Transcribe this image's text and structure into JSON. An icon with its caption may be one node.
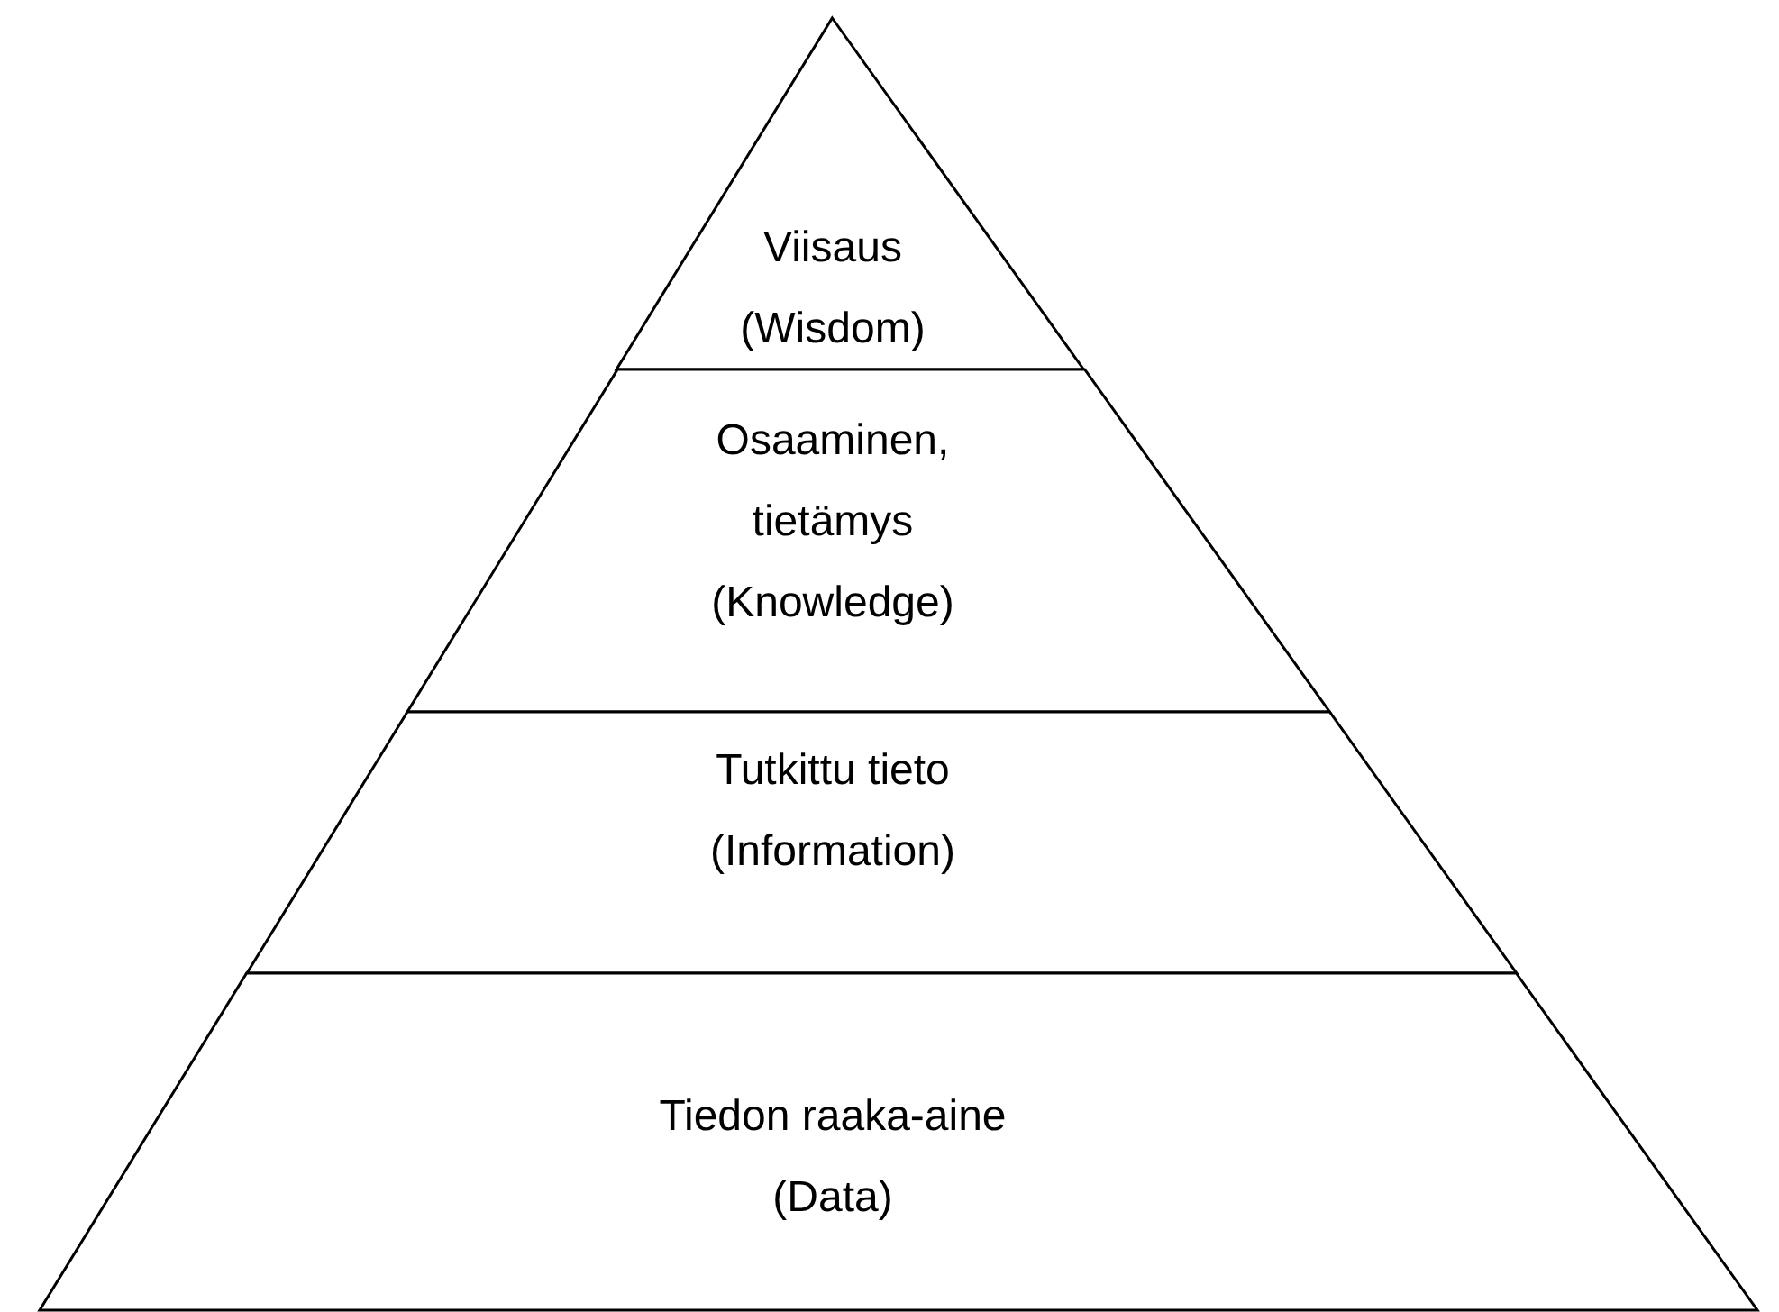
{
  "diagram": {
    "nodes": [
      {
        "text": [
          "Viisaus",
          "(Wisdom)"
        ]
      },
      {
        "text": [
          "Osaaminen, tietämys",
          "(Knowledge)"
        ]
      },
      {
        "text": [
          "Tutkittu tieto",
          "(Information)"
        ]
      },
      {
        "text": [
          "Tiedon raaka-aine",
          "(Data)"
        ]
      }
    ]
  }
}
